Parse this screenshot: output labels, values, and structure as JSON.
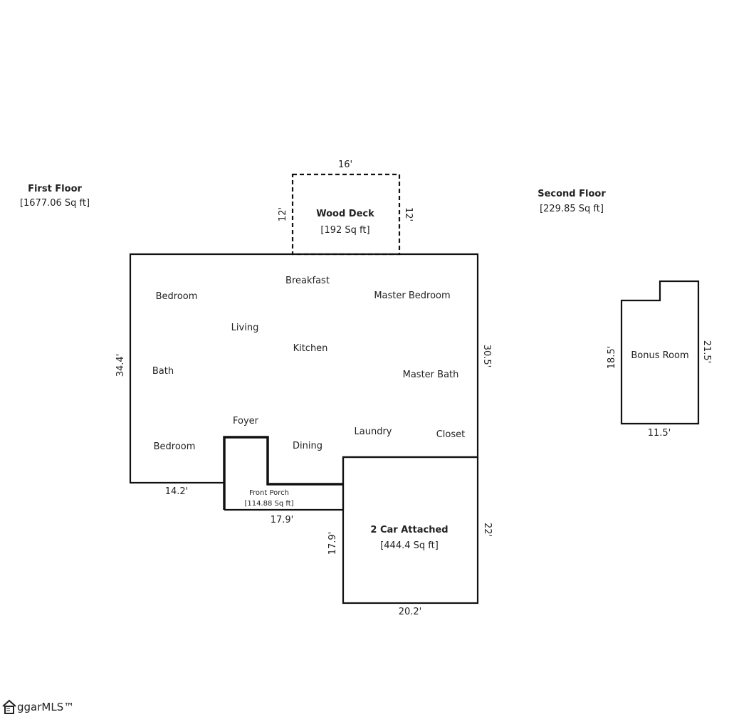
{
  "first_floor": {
    "title": "First Floor",
    "area": "[1677.06 Sq ft]"
  },
  "second_floor": {
    "title": "Second Floor",
    "area": "[229.85 Sq ft]"
  },
  "deck": {
    "name": "Wood Deck",
    "area": "[192 Sq ft]",
    "width": "16'",
    "depth_left": "12'",
    "depth_right": "12'"
  },
  "rooms": {
    "bedroom1": "Bedroom",
    "breakfast": "Breakfast",
    "master_bedroom": "Master Bedroom",
    "living": "Living",
    "kitchen": "Kitchen",
    "bath": "Bath",
    "master_bath": "Master Bath",
    "foyer": "Foyer",
    "bedroom2": "Bedroom",
    "dining": "Dining",
    "laundry": "Laundry",
    "closet": "Closet",
    "bonus_room": "Bonus Room"
  },
  "porch": {
    "name": "Front Porch",
    "area": "[114.88 Sq ft]",
    "width": "17.9'"
  },
  "garage": {
    "name": "2 Car Attached",
    "area": "[444.4 Sq ft]",
    "width": "20.2'",
    "depth": "22'",
    "left": "17.9'"
  },
  "dims": {
    "main_left": "34.4'",
    "main_right": "30.5'",
    "bottom_left": "14.2'",
    "bonus_left": "18.5'",
    "bonus_right": "21.5'",
    "bonus_bottom": "11.5'"
  },
  "logo": {
    "text": "ggarMLS™"
  }
}
